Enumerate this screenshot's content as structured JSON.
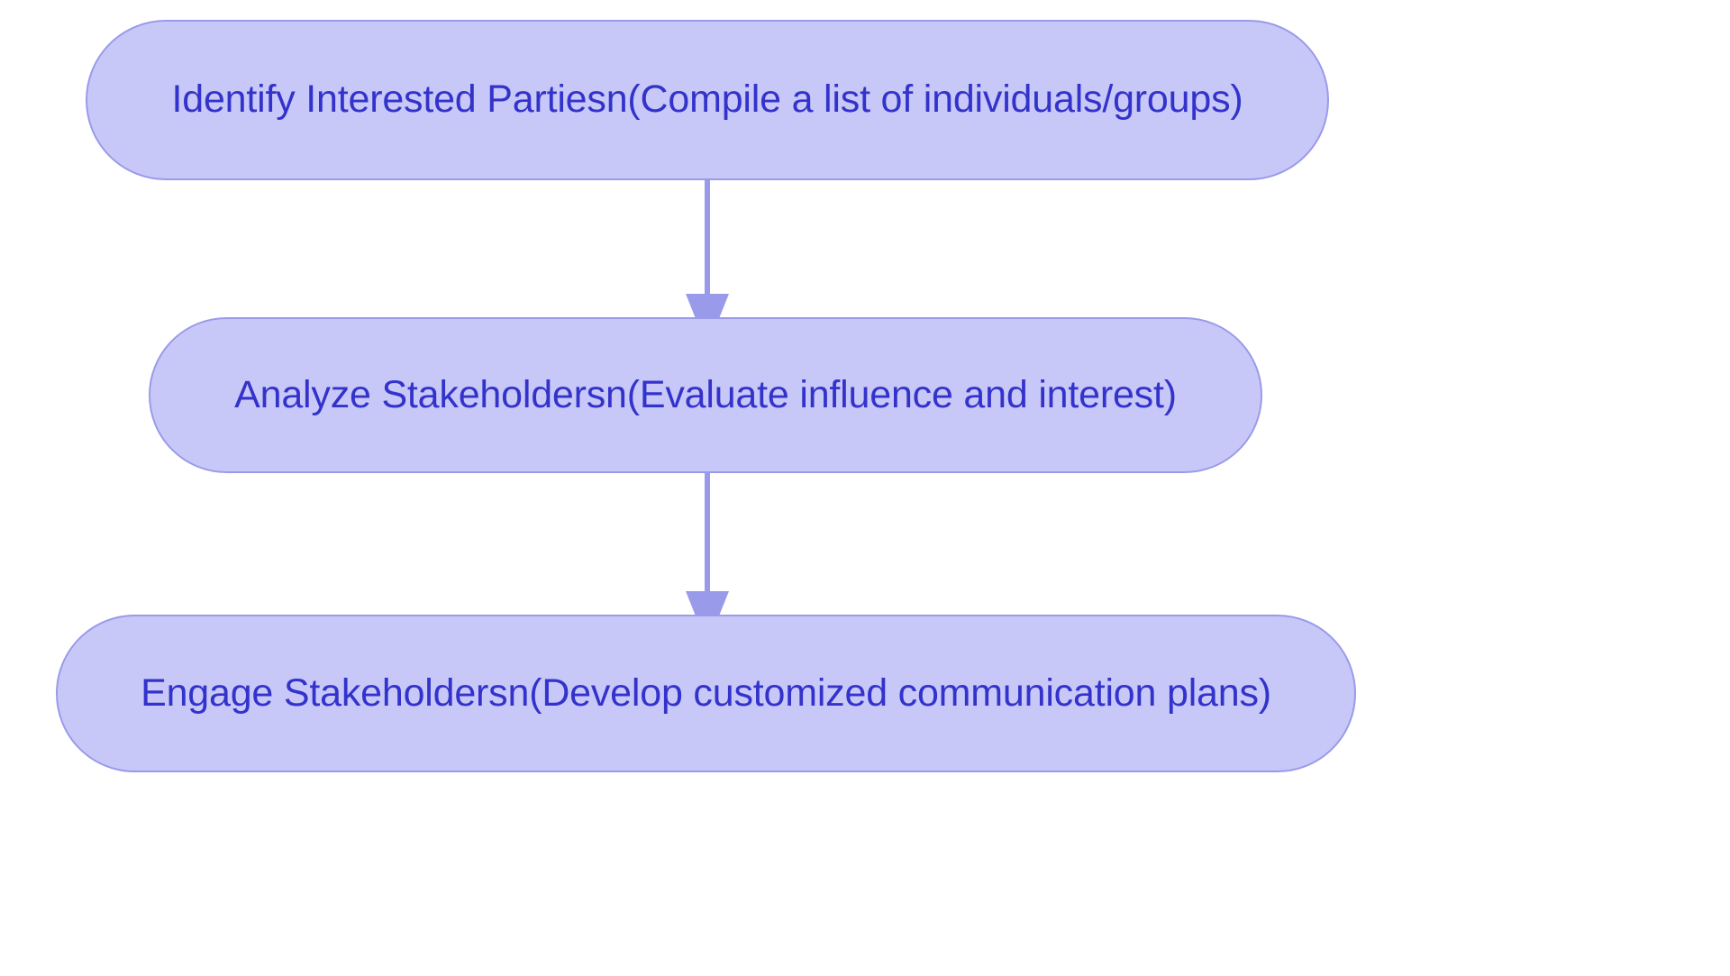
{
  "diagram": {
    "type": "flowchart",
    "orientation": "top-to-bottom",
    "background_color": "#ffffff",
    "node_fill_color": "#c8c8f8",
    "node_border_color": "#9a9aea",
    "node_text_color": "#3333cc",
    "edge_color": "#9a9aea",
    "nodes": [
      {
        "id": "identify",
        "label": "Identify Interested Partiesn(Compile a list of individuals/groups)",
        "shape": "stadium",
        "order": 1
      },
      {
        "id": "analyze",
        "label": "Analyze Stakeholdersn(Evaluate influence and interest)",
        "shape": "stadium",
        "order": 2
      },
      {
        "id": "engage",
        "label": "Engage Stakeholdersn(Develop customized communication plans)",
        "shape": "stadium",
        "order": 3
      }
    ],
    "edges": [
      {
        "id": "edge-identify-analyze",
        "from": "identify",
        "to": "analyze",
        "label": "",
        "arrowhead": "triangle"
      },
      {
        "id": "edge-analyze-engage",
        "from": "analyze",
        "to": "engage",
        "label": "",
        "arrowhead": "triangle"
      }
    ]
  }
}
